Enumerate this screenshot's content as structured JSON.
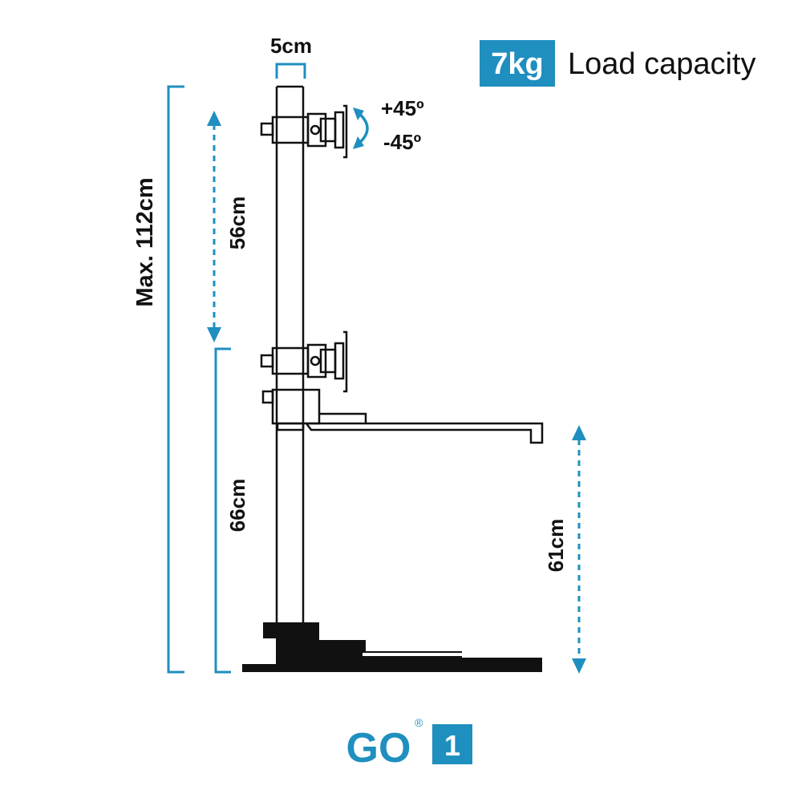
{
  "colors": {
    "accent": "#1f8fbf",
    "ink": "#111111",
    "background": "#ffffff"
  },
  "header": {
    "load_badge": "7kg",
    "load_label": "Load capacity"
  },
  "dimensions": {
    "pole_width": "5cm",
    "max_height": "Max. 112cm",
    "monitor_travel": "56cm",
    "keyboard_travel": "66cm",
    "desk_height": "61cm",
    "tilt_up": "+45º",
    "tilt_down": "-45º"
  },
  "logo": {
    "wordmark": "GO",
    "registered": "®",
    "model_number": "1"
  }
}
